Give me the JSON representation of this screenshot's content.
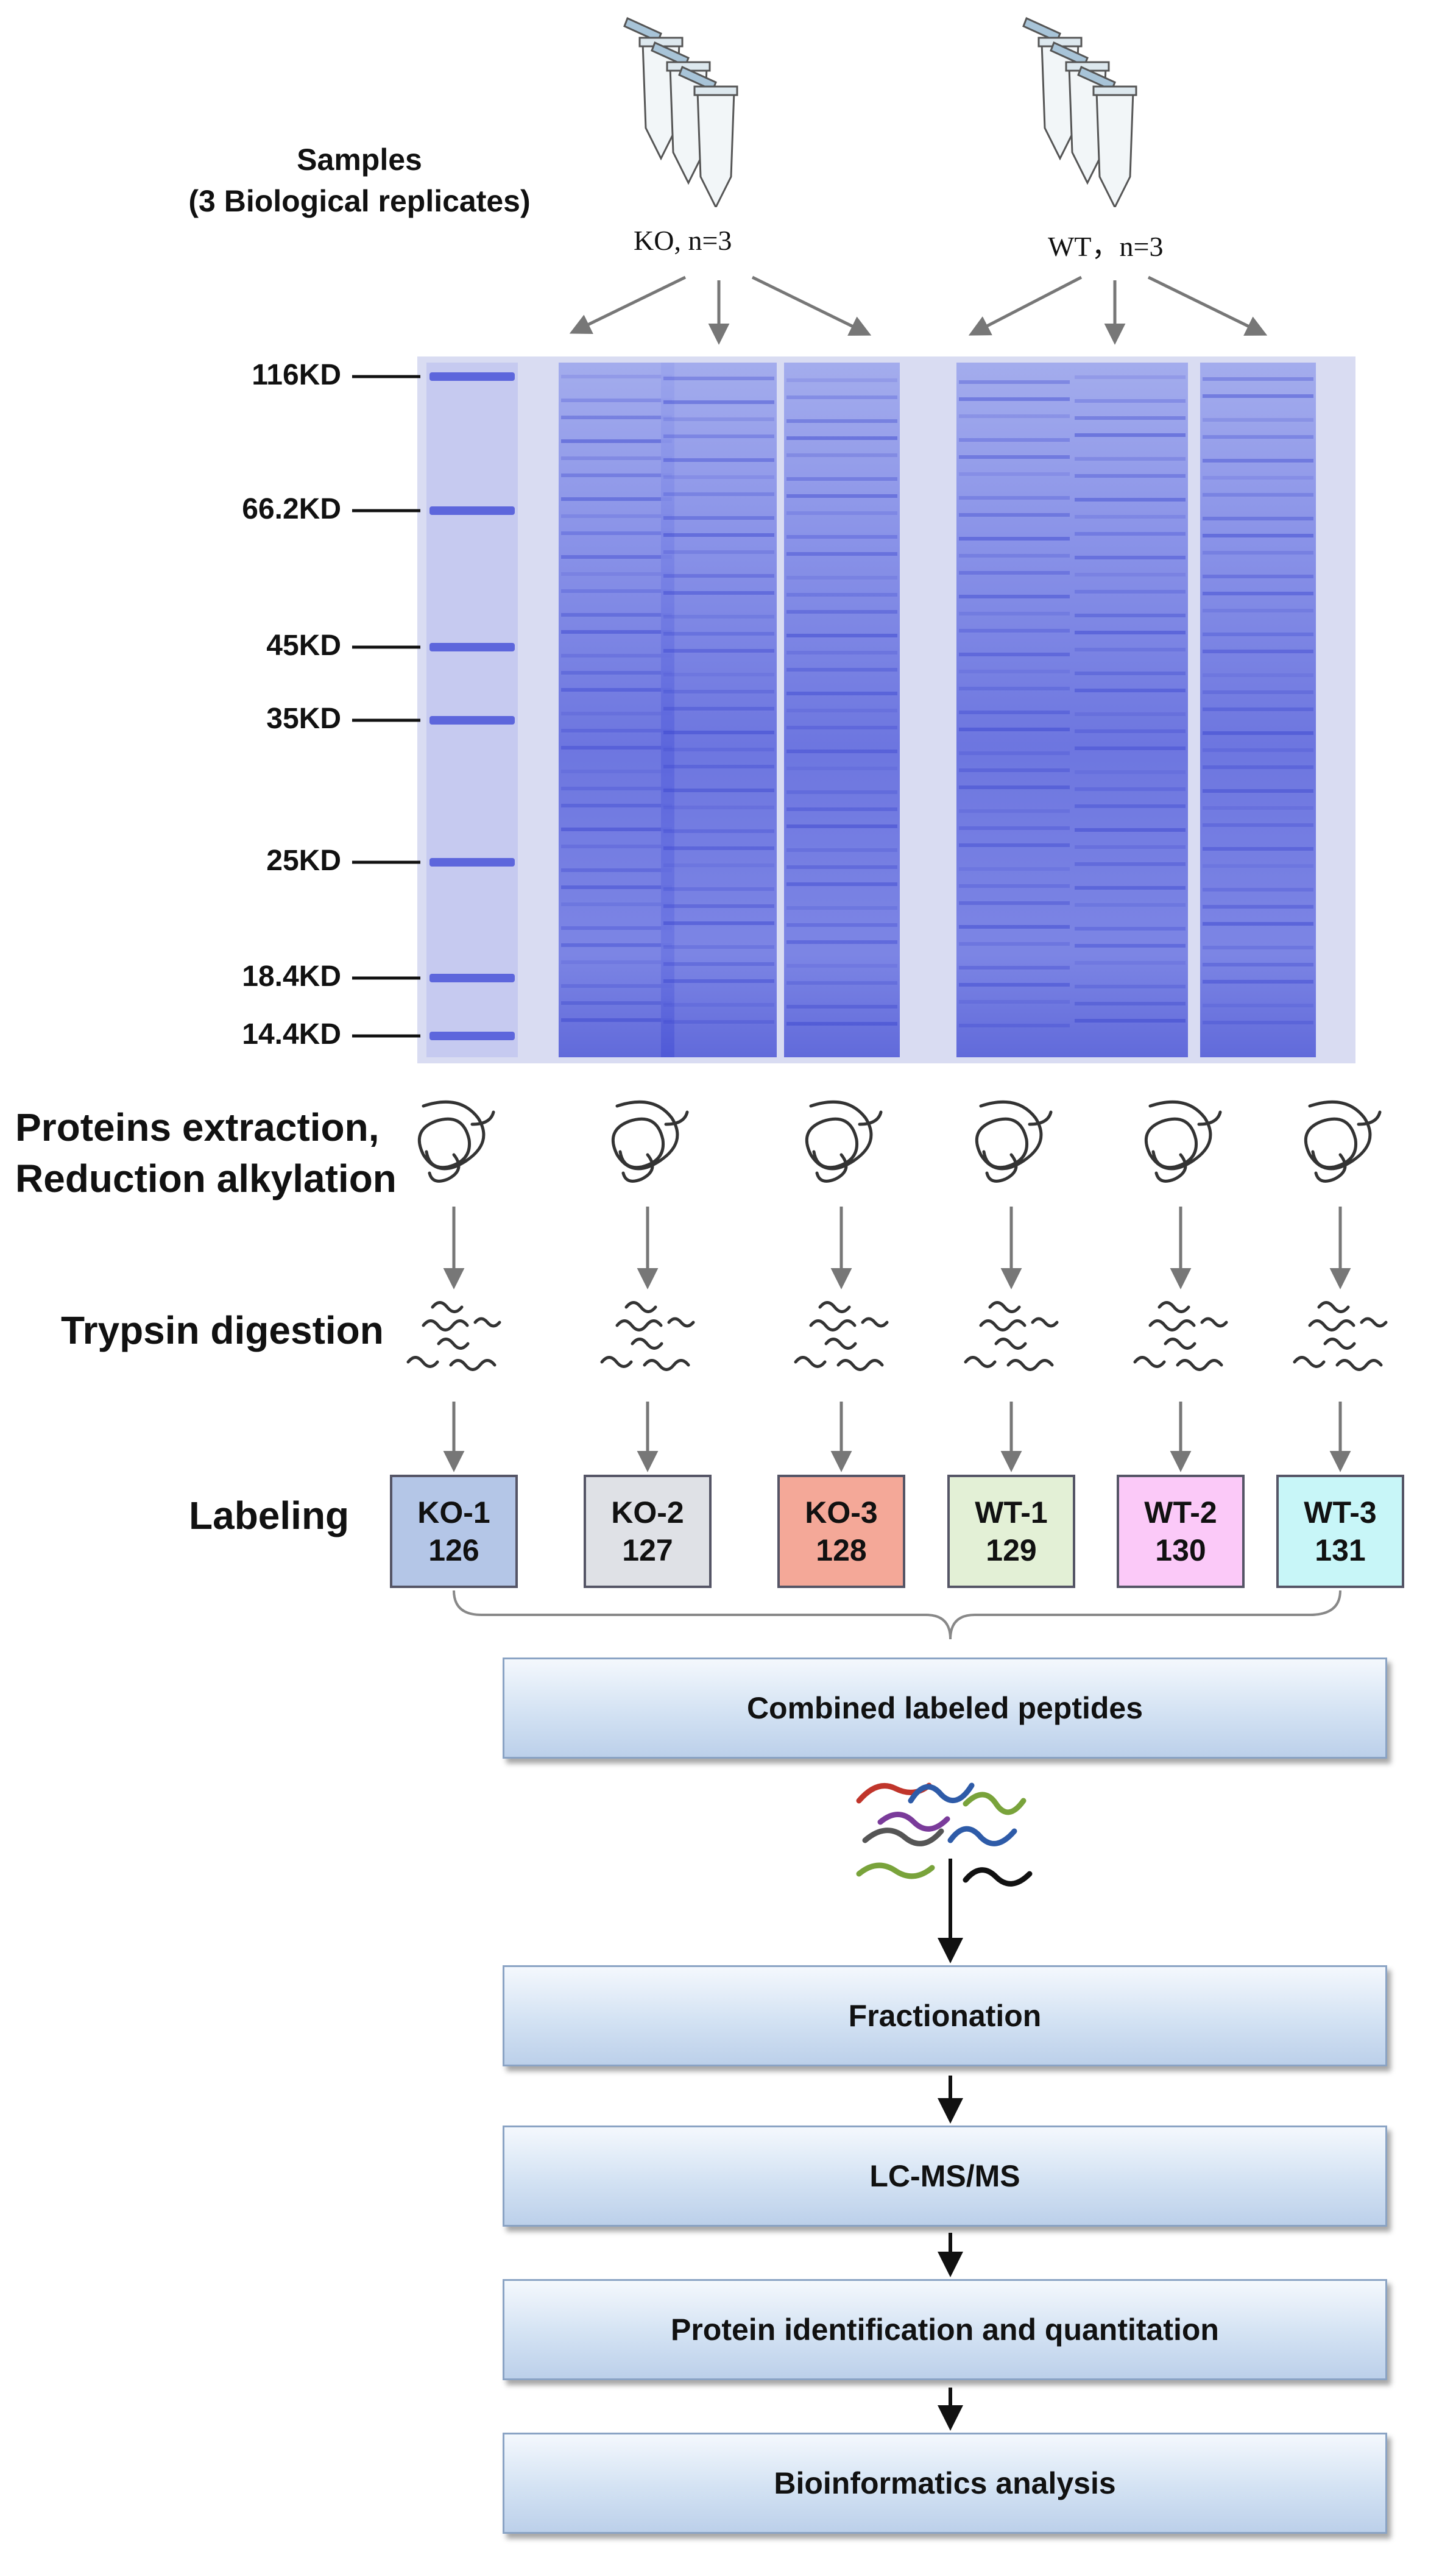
{
  "samples_title_line1": "Samples",
  "samples_title_line2": "(3 Biological  replicates)",
  "ko_group_label": "KO, n=3",
  "wt_group_label": "WT，n=3",
  "markers": [
    "116KD",
    "66.2KD",
    "45KD",
    "35KD",
    "25KD",
    "18.4KD",
    "14.4KD"
  ],
  "steps": {
    "extraction_line1": "Proteins extraction,",
    "extraction_line2": "Reduction alkylation",
    "digestion": "Trypsin digestion",
    "labeling": "Labeling"
  },
  "labels": [
    {
      "name": "KO-1",
      "tag": "126",
      "color": "#b4c6e7"
    },
    {
      "name": "KO-2",
      "tag": "127",
      "color": "#dfe1e6"
    },
    {
      "name": "KO-3",
      "tag": "128",
      "color": "#f4a898"
    },
    {
      "name": "WT-1",
      "tag": "129",
      "color": "#e3f0d6"
    },
    {
      "name": "WT-2",
      "tag": "130",
      "color": "#fbc9f8"
    },
    {
      "name": "WT-3",
      "tag": "131",
      "color": "#c8f6f8"
    }
  ],
  "flow": {
    "combined": "Combined labeled peptides",
    "fractionation": "Fractionation",
    "lcms": "LC-MS/MS",
    "identification": "Protein identification and quantitation",
    "bioinformatics": "Bioinformatics analysis"
  },
  "colors": {
    "gel_background": "#d9dcf2",
    "band_blue": "#4a55d8",
    "arrow_gray": "#777777",
    "box_border": "#8aa3c4"
  }
}
